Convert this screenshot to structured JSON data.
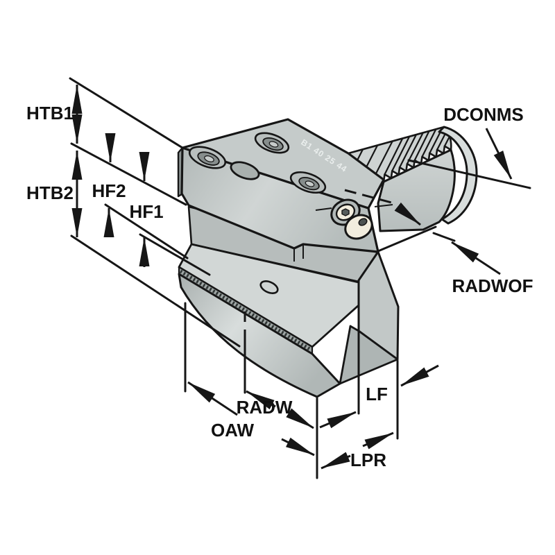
{
  "diagram": {
    "description": "Isometric line drawing of a radial toolholder block with serrated cylindrical shank, clamp pins, stepped lower block and dimension annotations",
    "background_color": "#ffffff",
    "line_color": "#161616",
    "metal_fill": "#c5cbca",
    "metal_fill_light": "#d4d9d8",
    "metal_fill_dark": "#b0b7b6",
    "pin_fill": "#f2edde",
    "engraving_text": "B1 40 25 44",
    "dimension_labels": {
      "htb1": "HTB1",
      "htb2": "HTB2",
      "hf2": "HF2",
      "hf1": "HF1",
      "dconms": "DCONMS",
      "radwof": "RADWOF",
      "radw": "RADW",
      "oaw": "OAW",
      "lf": "LF",
      "lpr": "LPR"
    }
  }
}
